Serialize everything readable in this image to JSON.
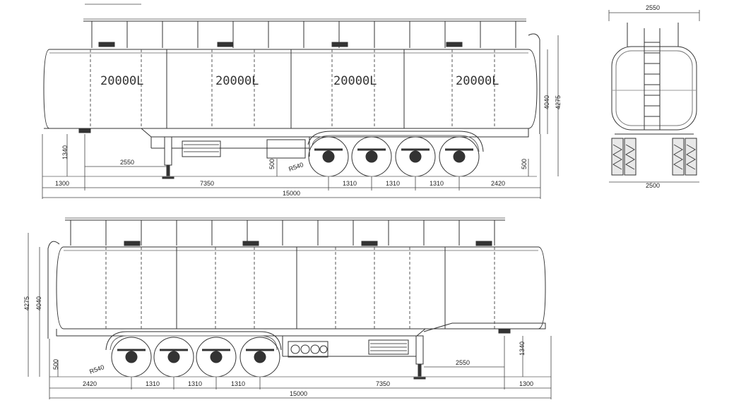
{
  "side_view_top": {
    "compartment_labels": [
      "20000L",
      "20000L",
      "20000L",
      "20000L"
    ],
    "dims": {
      "kingpin_height": "1340",
      "kingpin_offset": "2550",
      "front_overhang": "1300",
      "kingpin_to_axle": "7350",
      "axle_spacing_1": "1310",
      "axle_spacing_2": "1310",
      "axle_spacing_3": "1310",
      "rear_overhang": "2420",
      "overall_length": "15000",
      "tank_height": "4040",
      "overall_height": "4275",
      "frame_height_mid": "500",
      "frame_height_rear": "500",
      "wheel_radius": "R540"
    }
  },
  "end_view": {
    "top_width": "2550",
    "bottom_width": "2500"
  },
  "side_view_bottom": {
    "dims": {
      "overall_height": "4275",
      "tank_height": "4040",
      "frame_height": "500",
      "wheel_radius": "R540",
      "kingpin_offset": "2550",
      "kingpin_height": "1340",
      "rear_overhang": "2420",
      "axle_spacing_1": "1310",
      "axle_spacing_2": "1310",
      "axle_spacing_3": "1310",
      "kingpin_to_axle": "7350",
      "front_overhang": "1300",
      "overall_length": "15000"
    }
  }
}
